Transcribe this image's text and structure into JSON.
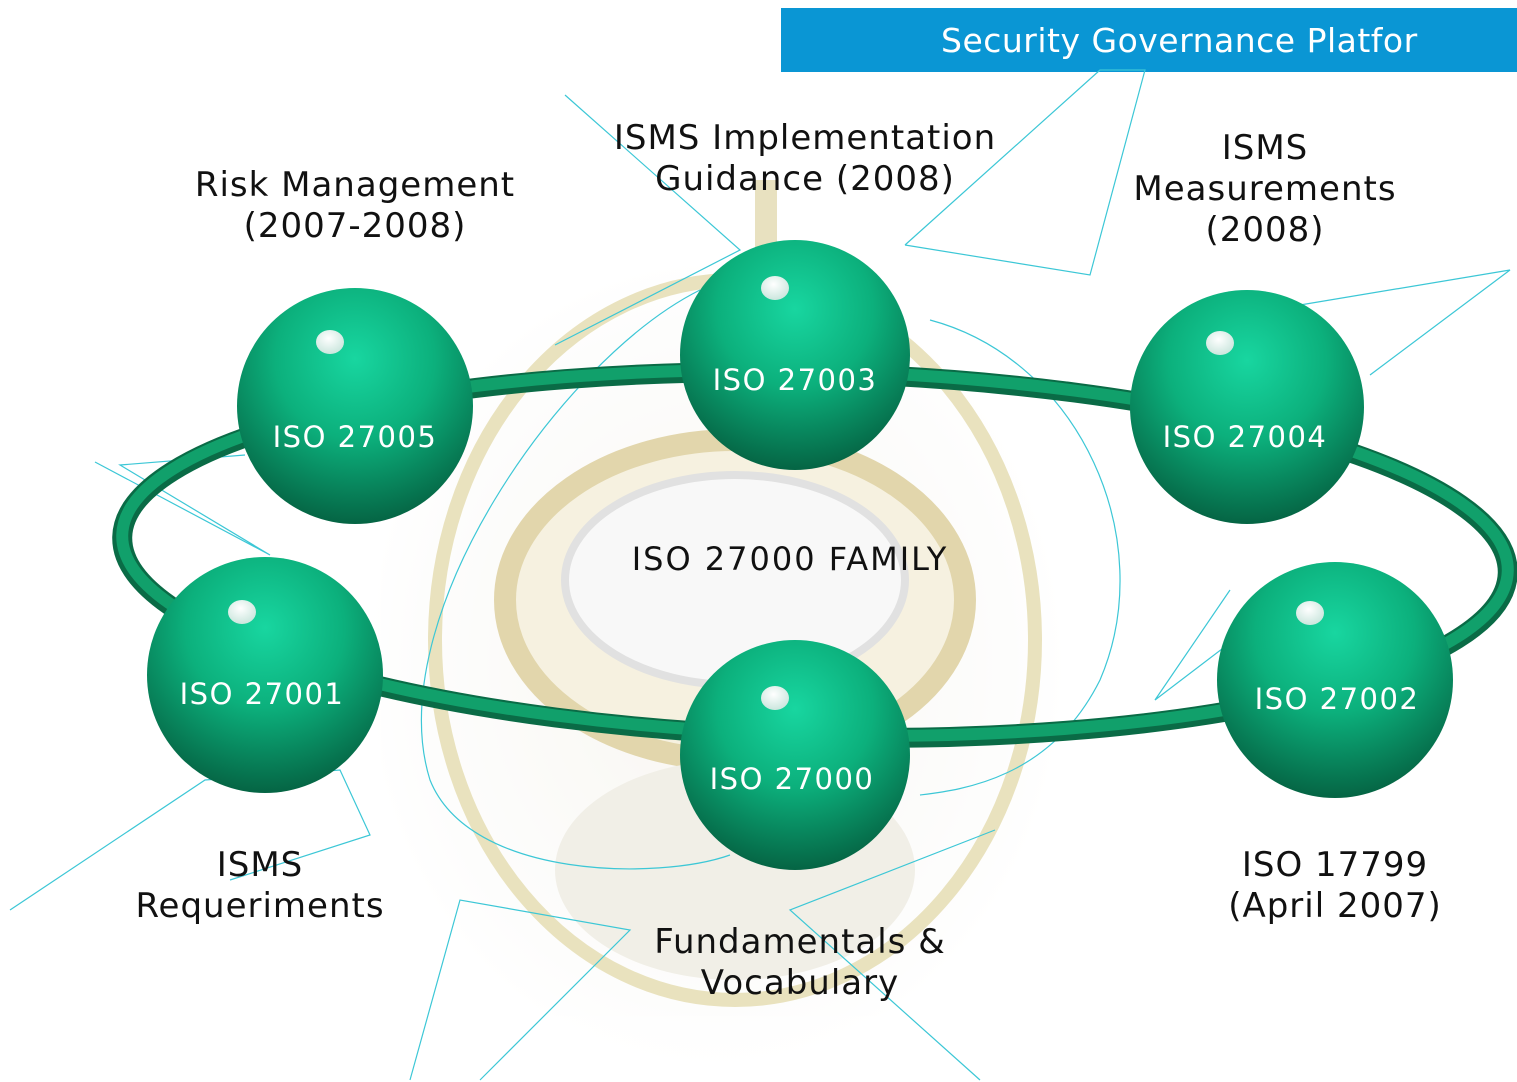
{
  "banner": {
    "text": "Security Governance Platfor"
  },
  "center_title": "ISO 27000 FAMILY",
  "nodes": [
    {
      "id": "iso-27005",
      "label": "ISO 27005"
    },
    {
      "id": "iso-27003",
      "label": "ISO 27003"
    },
    {
      "id": "iso-27004",
      "label": "ISO 27004"
    },
    {
      "id": "iso-27001",
      "label": "ISO 27001"
    },
    {
      "id": "iso-27000",
      "label": "ISO 27000"
    },
    {
      "id": "iso-27002",
      "label": "ISO 27002"
    }
  ],
  "captions": {
    "risk_management": "Risk Management\n(2007-2008)",
    "isms_implementation": "ISMS Implementation\nGuidance (2008)",
    "isms_measurements": "ISMS\nMeasurements\n(2008)",
    "isms_requirements": "ISMS\nRequeriments",
    "fundamentals": "Fundamentals &\nVocabulary",
    "iso_17799": "ISO 17799\n(April 2007)"
  },
  "colors": {
    "banner": "#0a96d4",
    "ring": "#0f8a5a",
    "node_light": "#10c892",
    "node_dark": "#04543a",
    "connector": "#3cc7d6"
  }
}
